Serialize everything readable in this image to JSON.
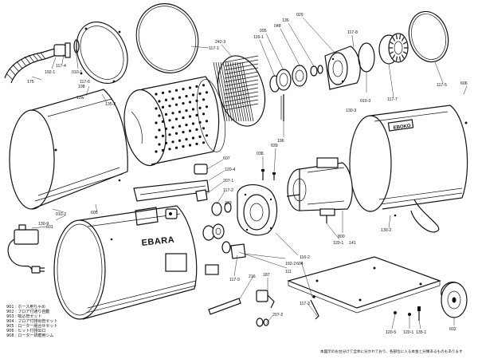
{
  "brand": {
    "housing": "EBARA",
    "tank": "EBOKO"
  },
  "legend": [
    "901 : ホース用ちゃめ",
    "902 : フロア付通り自動",
    "903 : 吸込管セット",
    "904 : フロア付排出管セット",
    "905 : ローター組合せセット",
    "906 : ヒット付排出口",
    "908 : ローター研磨用シム"
  ],
  "footnote": "本図示のお台分けて全体に分かれており、各部位に入る本金と分類あるものもあります",
  "parts": [
    {
      "id": "p175",
      "text": "175"
    },
    {
      "id": "p192-1",
      "text": "192-1"
    },
    {
      "id": "p117-4",
      "text": "117-4"
    },
    {
      "id": "p010-1",
      "text": "010-1"
    },
    {
      "id": "p198",
      "text": "198"
    },
    {
      "id": "p117-6",
      "text": "117-6"
    },
    {
      "id": "p12w",
      "text": "12w"
    },
    {
      "id": "p135-2",
      "text": "135-2"
    },
    {
      "id": "p117-1",
      "text": "117-1"
    },
    {
      "id": "p242-3",
      "text": "242-3"
    },
    {
      "id": "p116-1",
      "text": "116-1"
    },
    {
      "id": "p095",
      "text": "095"
    },
    {
      "id": "p048",
      "text": "048"
    },
    {
      "id": "p136",
      "text": "136"
    },
    {
      "id": "p029",
      "text": "029"
    },
    {
      "id": "p117-8",
      "text": "117-8"
    },
    {
      "id": "p117-7",
      "text": "117-7"
    },
    {
      "id": "p010-3",
      "text": "010-3"
    },
    {
      "id": "p130-3",
      "text": "130-3"
    },
    {
      "id": "p117-5",
      "text": "117-5"
    },
    {
      "id": "p606",
      "text": "606"
    },
    {
      "id": "p196",
      "text": "196"
    },
    {
      "id": "p038",
      "text": "038"
    },
    {
      "id": "p039",
      "text": "039"
    },
    {
      "id": "p607",
      "text": "607"
    },
    {
      "id": "p120-4",
      "text": "120-4"
    },
    {
      "id": "p207-1",
      "text": "207-1"
    },
    {
      "id": "p117-2",
      "text": "117-2"
    },
    {
      "id": "p273",
      "text": "273"
    },
    {
      "id": "p605",
      "text": "605"
    },
    {
      "id": "p010-2",
      "text": "010-2"
    },
    {
      "id": "p601",
      "text": "601"
    },
    {
      "id": "p130-9",
      "text": "130-9"
    },
    {
      "id": "p130-2",
      "text": "130-2"
    },
    {
      "id": "p800",
      "text": "800"
    },
    {
      "id": "p120-1",
      "text": "120-1"
    },
    {
      "id": "p141",
      "text": "141"
    },
    {
      "id": "p116-2",
      "text": "116-2"
    },
    {
      "id": "p192-2",
      "text": "192-2"
    },
    {
      "id": "p111",
      "text": "111"
    },
    {
      "id": "p604",
      "text": "604"
    },
    {
      "id": "p117-9",
      "text": "117-9"
    },
    {
      "id": "p216",
      "text": "216"
    },
    {
      "id": "p187",
      "text": "187"
    },
    {
      "id": "p117-3",
      "text": "117-3"
    },
    {
      "id": "p207-2",
      "text": "207-2"
    },
    {
      "id": "p120-5",
      "text": "120-5"
    },
    {
      "id": "p120-1b",
      "text": "120-1"
    },
    {
      "id": "p135-1",
      "text": "135-1"
    },
    {
      "id": "p602",
      "text": "602"
    }
  ]
}
